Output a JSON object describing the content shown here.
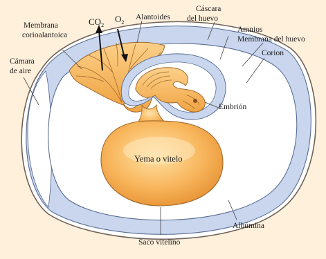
{
  "labels": {
    "gas_co2": "CO",
    "gas_co2_sub": "2",
    "gas_o2": "O",
    "gas_o2_sub": "2",
    "alantoides": "Alantoides",
    "cascara_l1": "Cáscara",
    "cascara_l2": "del huevo",
    "amnios": "Amnios",
    "membrana_huevo": "Membrana del huevo",
    "corion": "Corion",
    "membrana_l1": "Membrana",
    "membrana_l2": "corioalantoica",
    "camara_l1": "Cámara",
    "camara_l2": "de aire",
    "embrion": "Embrión",
    "yema": "Yema o vitelo",
    "albumina": "Albúmina",
    "saco": "Saco vitelino"
  },
  "colors": {
    "background": "#fff0dc",
    "shell_stroke": "#7a6a60",
    "membrane": "#c9d6ee",
    "membrane_stroke": "#5a6d93",
    "white": "#ffffff",
    "yolk_light": "#ffd38a",
    "yolk_dark": "#e8902e",
    "tissue": "#f6b45a",
    "tissue_stroke": "#a0672a"
  }
}
